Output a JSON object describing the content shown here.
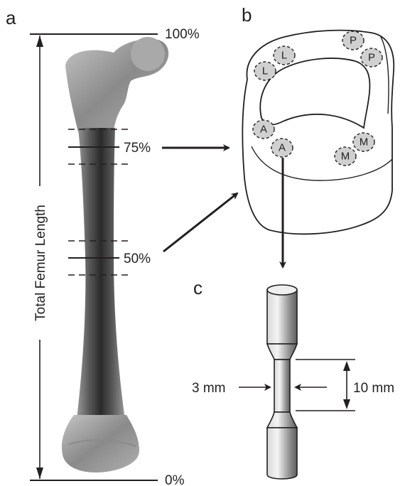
{
  "panels": {
    "a": "a",
    "b": "b",
    "c": "c"
  },
  "femur": {
    "axis_label": "Total Femur Length",
    "pct_top": "100%",
    "pct_75": "75%",
    "pct_50": "50%",
    "pct_bottom": "0%"
  },
  "cross_section": {
    "sites": [
      "L",
      "L",
      "P",
      "P",
      "A",
      "A",
      "M",
      "M"
    ]
  },
  "specimen": {
    "width_label": "3 mm",
    "length_label": "10 mm"
  },
  "colors": {
    "ink": "#231f20",
    "site_fill": "#d0d0d0",
    "bone_dark": "#2e2e2e",
    "bone_light": "#b8b8b8"
  }
}
